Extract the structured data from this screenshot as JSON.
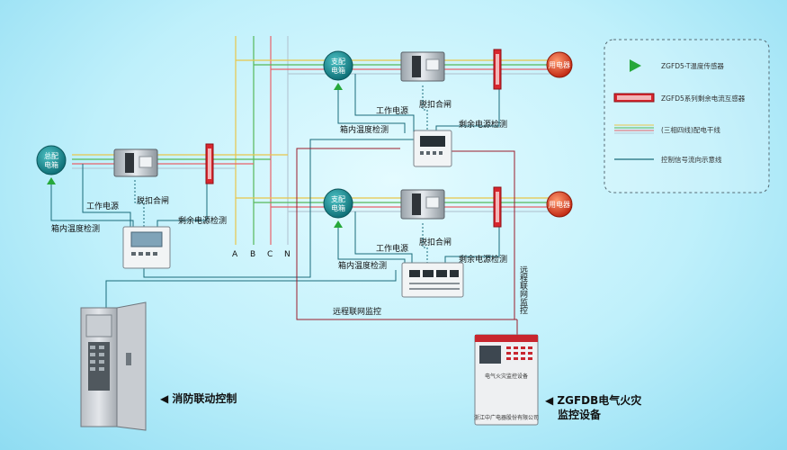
{
  "bus_labels": [
    "A",
    "B",
    "C",
    "N"
  ],
  "labels": {
    "main_box": [
      "总配",
      "电箱"
    ],
    "branch_box": [
      "支配",
      "电箱"
    ],
    "load": "用电器",
    "work_power": "工作电源",
    "trip_close": "脱扣合闸",
    "box_temp": "箱内温度检测",
    "residual_detect": "剩余电源检测",
    "remote_monitor": "远程联网监控",
    "remote_monitor_vertical": "远程联网监控",
    "fire_control": "◀ 消防联动控制",
    "monitor_device": [
      "◀ ZGFDB电气火灾",
      "监控设备"
    ],
    "panel_title": "电气火灾监控设备",
    "panel_maker": "浙江中广电器股份有限公司"
  },
  "legend": [
    {
      "symbol": "triangle",
      "text": "ZGFD5-T温度传感器"
    },
    {
      "symbol": "red-transformer",
      "text": "ZGFD5系列剩余电流互感器"
    },
    {
      "symbol": "four-lines",
      "text": "(三相四线)配电干线"
    },
    {
      "symbol": "signal-line",
      "text": "控制信号流向示意线"
    }
  ],
  "colors": {
    "phase_a": "#e8c64a",
    "phase_b": "#56b85a",
    "phase_c": "#e8626a",
    "neutral": "#b5c9d6",
    "signal": "#1a6b7a",
    "remote": "#9b1c2a",
    "sensor": "#26a83a",
    "ct_red": "#d8262e",
    "box_teal": "#16848c",
    "load_red": "#e0482c"
  }
}
